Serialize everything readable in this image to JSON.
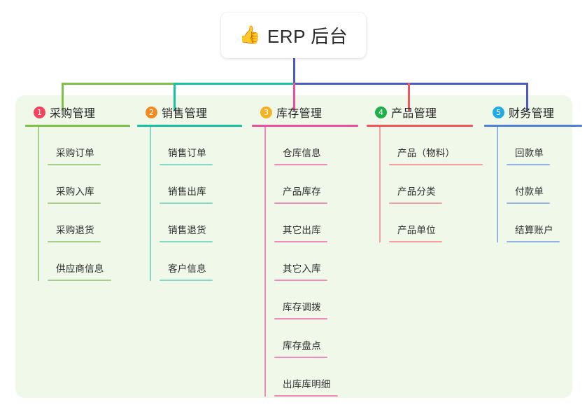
{
  "root": {
    "icon": "thumbs-up-emoji",
    "emoji": "👍",
    "title": "ERP 后台"
  },
  "theme": {
    "page_background": "#ffffff",
    "panel_background": "#eff8e9",
    "root_connector": "#4f5ac0",
    "bus_left": "#7dc04a",
    "bus_mid": "#15c3a0",
    "bus_right": "#4f5ac0"
  },
  "columns": [
    {
      "number": "1",
      "title": "采购管理",
      "badge_color": "#f4435c",
      "line_color": "#7dc04a",
      "child_line_color": "#a8ce8e",
      "drop_color": "#7dc04a",
      "children": [
        {
          "label": "采购订单"
        },
        {
          "label": "采购入库"
        },
        {
          "label": "采购退货"
        },
        {
          "label": "供应商信息"
        }
      ]
    },
    {
      "number": "2",
      "title": "销售管理",
      "badge_color": "#f08b24",
      "line_color": "#15c3a0",
      "child_line_color": "#88d8c8",
      "drop_color": "#15c3a0",
      "children": [
        {
          "label": "销售订单"
        },
        {
          "label": "销售出库"
        },
        {
          "label": "销售退货"
        },
        {
          "label": "客户信息"
        }
      ]
    },
    {
      "number": "3",
      "title": "库存管理",
      "badge_color": "#f5b225",
      "line_color": "#ee4f9b",
      "child_line_color": "#f08cbc",
      "drop_color": "#ee4f9b",
      "children": [
        {
          "label": "仓库信息"
        },
        {
          "label": "产品库存"
        },
        {
          "label": "其它出库"
        },
        {
          "label": "其它入库"
        },
        {
          "label": "库存调拨"
        },
        {
          "label": "库存盘点"
        },
        {
          "label": "出库库明细"
        }
      ]
    },
    {
      "number": "4",
      "title": "产品管理",
      "badge_color": "#20b04b",
      "line_color": "#f2565c",
      "child_line_color": "#f6a0a2",
      "drop_color": "#f2565c",
      "children": [
        {
          "label": "产品（物料）"
        },
        {
          "label": "产品分类"
        },
        {
          "label": "产品单位"
        }
      ]
    },
    {
      "number": "5",
      "title": "财务管理",
      "badge_color": "#22abe0",
      "line_color": "#4f7fd6",
      "child_line_color": "#94b2e2",
      "drop_color": "#4f5ac0",
      "children": [
        {
          "label": "回款单"
        },
        {
          "label": "付款单"
        },
        {
          "label": "结算账户"
        }
      ]
    }
  ]
}
